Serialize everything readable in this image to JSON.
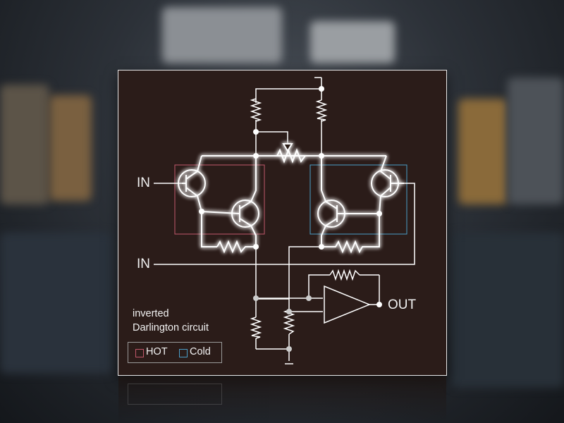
{
  "labels": {
    "in_top": "IN",
    "in_bottom": "IN",
    "out": "OUT",
    "title_line1": "inverted",
    "title_line2": "Darlington circuit"
  },
  "legend": {
    "hot": "HOT",
    "cold": "Cold",
    "hot_color": "#c0576a",
    "cold_color": "#4a9ec8"
  },
  "colors": {
    "panel": "#2b1c19",
    "wire": "#ffffff",
    "glow": "#ffffff"
  }
}
